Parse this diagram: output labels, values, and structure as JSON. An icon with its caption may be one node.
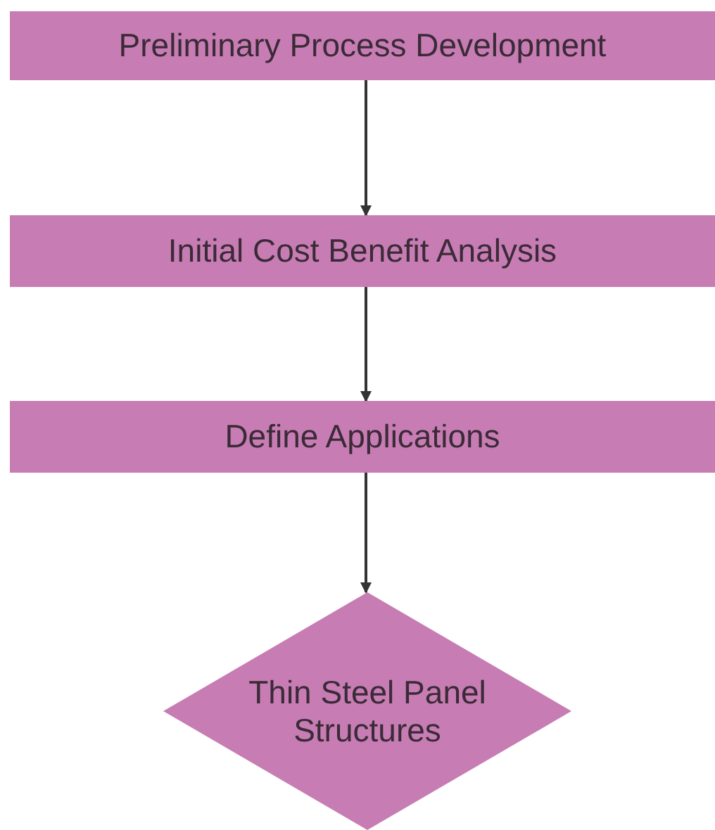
{
  "diagram": {
    "nodes": [
      {
        "text": [
          "Preliminary Process Development"
        ]
      },
      {
        "text": [
          "Initial Cost Benefit Analysis"
        ]
      },
      {
        "text": [
          "Define Applications"
        ]
      },
      {
        "text": [
          "Thin Steel Panel Structures"
        ]
      }
    ],
    "edges": [
      {
        "from": 0,
        "to": 1,
        "arrow": "to"
      },
      {
        "from": 1,
        "to": 2,
        "arrow": "to"
      },
      {
        "from": 2,
        "to": 3,
        "arrow": "to"
      }
    ]
  }
}
